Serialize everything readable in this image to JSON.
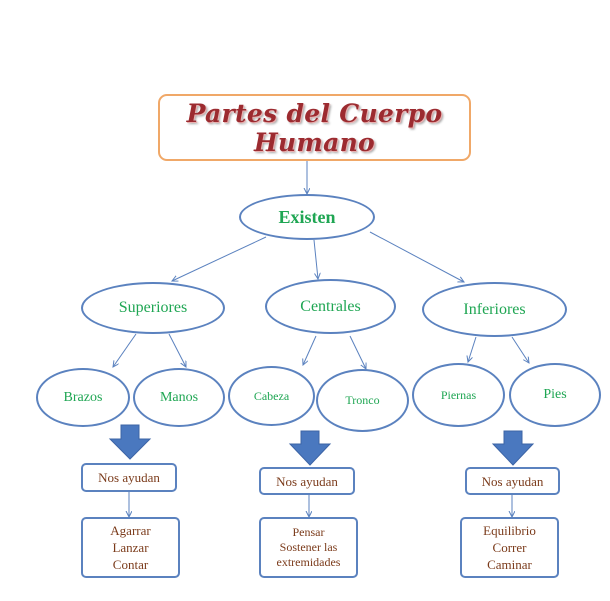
{
  "title": "Partes del Cuerpo Humano",
  "root": "Existen",
  "categories": [
    {
      "label": "Superiores",
      "children": [
        "Brazos",
        "Manos"
      ],
      "helper": "Nos ayudan",
      "uses": [
        "Agarrar",
        "Lanzar",
        "Contar"
      ]
    },
    {
      "label": "Centrales",
      "children": [
        "Cabeza",
        "Tronco"
      ],
      "helper": "Nos ayudan",
      "uses": [
        "Pensar",
        "Sostener las",
        "extremidades"
      ]
    },
    {
      "label": "Inferiores",
      "children": [
        "Piernas",
        "Pies"
      ],
      "helper": "Nos ayudan",
      "uses": [
        "Equilibrio",
        "Correr",
        "Caminar"
      ]
    }
  ],
  "colors": {
    "title_text": "#9c2b30",
    "title_border": "#f0a868",
    "node_border": "#5b82bf",
    "node_text": "#1fa653",
    "box_text": "#7b3b1b",
    "arrow_fill": "#4a78bf"
  }
}
